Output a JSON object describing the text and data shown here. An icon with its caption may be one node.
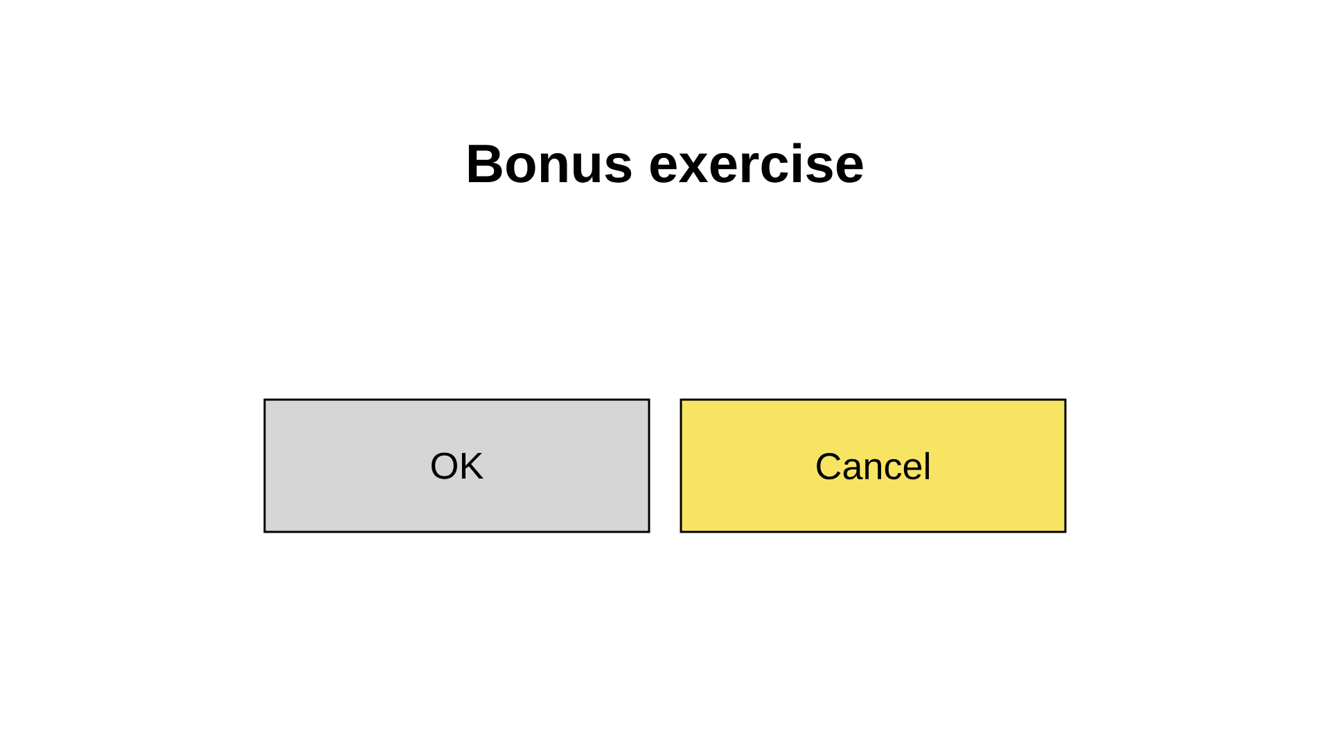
{
  "diagram": {
    "title": "Bonus exercise",
    "nodes": [
      {
        "text": [
          "OK"
        ]
      },
      {
        "text": [
          "Cancel"
        ]
      }
    ]
  }
}
